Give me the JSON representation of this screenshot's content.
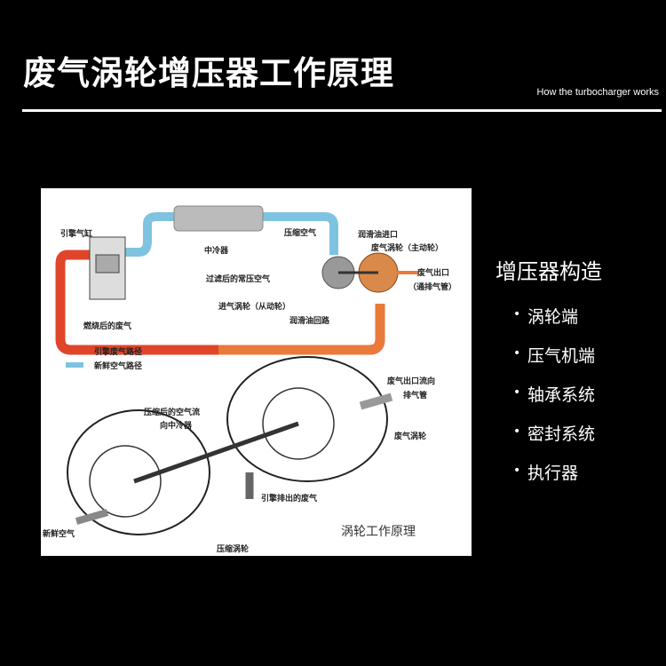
{
  "header": {
    "title": "废气涡轮增压器工作原理",
    "subtitle": "How the turbocharger works"
  },
  "diagram_top": {
    "labels": [
      "引擎气缸",
      "中冷器",
      "压缩空气",
      "润滑油进口",
      "废气涡轮（主动轮）",
      "过滤后的常压空气",
      "废气出口",
      "（通排气管）",
      "进气涡轮（从动轮）",
      "润滑油回路",
      "燃烧后的废气"
    ],
    "legend": [
      "引擎废气路径",
      "新鲜空气路径"
    ],
    "colors": {
      "exhaust": "#e0452a",
      "fresh_air": "#7ec3e0"
    }
  },
  "diagram_bottom": {
    "labels": [
      "废气出口流向",
      "排气管",
      "压缩后的空气流",
      "向中冷器",
      "废气涡轮",
      "引擎排出的废气",
      "新鲜空气",
      "压缩涡轮"
    ],
    "caption": "涡轮工作原理"
  },
  "side": {
    "title": "增压器构造",
    "items": [
      "涡轮端",
      "压气机端",
      "轴承系统",
      "密封系统",
      "执行器"
    ]
  }
}
